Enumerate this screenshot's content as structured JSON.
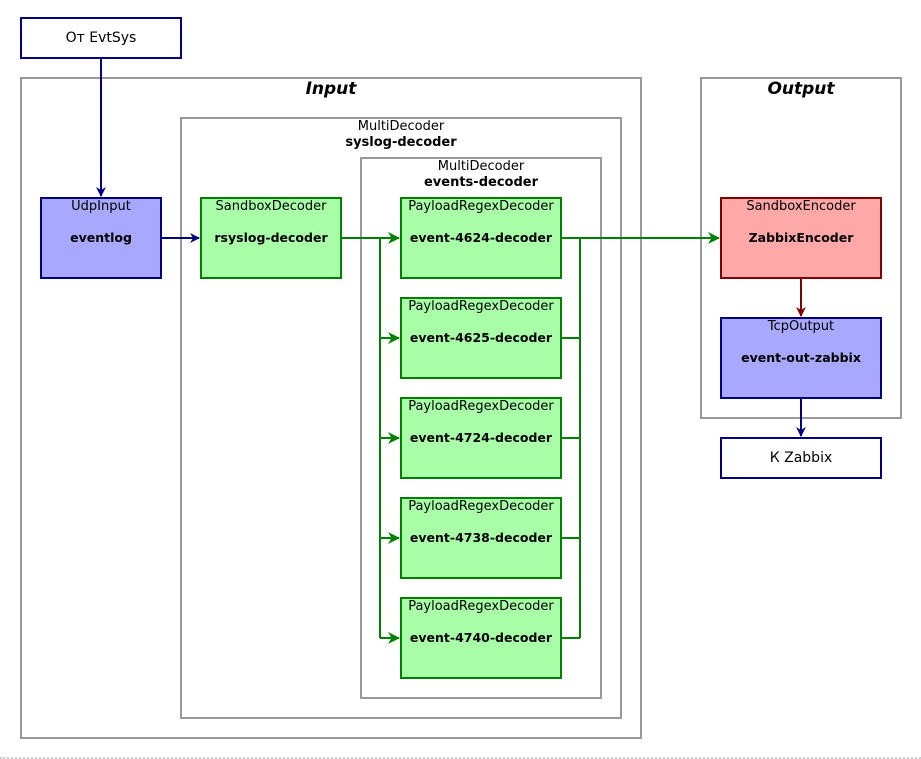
{
  "source": "От EvtSys",
  "sink": "К Zabbix",
  "input_title": "Input",
  "output_title": "Output",
  "syslog_container": {
    "type": "MultiDecoder",
    "name": "syslog-decoder"
  },
  "events_container": {
    "type": "MultiDecoder",
    "name": "events-decoder"
  },
  "nodes": {
    "udp_input": {
      "type": "UdpInput",
      "name": "eventlog"
    },
    "rsyslog": {
      "type": "SandboxDecoder",
      "name": "rsyslog-decoder"
    },
    "e4624": {
      "type": "PayloadRegexDecoder",
      "name": "event-4624-decoder"
    },
    "e4625": {
      "type": "PayloadRegexDecoder",
      "name": "event-4625-decoder"
    },
    "e4724": {
      "type": "PayloadRegexDecoder",
      "name": "event-4724-decoder"
    },
    "e4738": {
      "type": "PayloadRegexDecoder",
      "name": "event-4738-decoder"
    },
    "e4740": {
      "type": "PayloadRegexDecoder",
      "name": "event-4740-decoder"
    },
    "encoder": {
      "type": "SandboxEncoder",
      "name": "ZabbixEncoder"
    },
    "tcp_output": {
      "type": "TcpOutput",
      "name": "event-out-zabbix"
    }
  },
  "colors": {
    "input_output_fill": "#a8a8ff",
    "input_output_border": "#000080",
    "decoder_fill": "#a8ffa8",
    "decoder_border": "#008000",
    "encoder_fill": "#ffa8a8",
    "encoder_border": "#800000",
    "group_border": "#999999"
  }
}
